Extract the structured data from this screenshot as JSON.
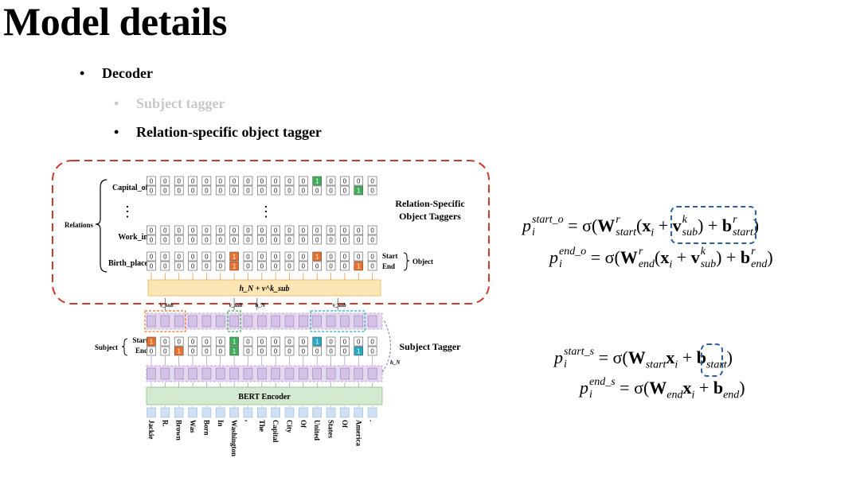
{
  "slide": {
    "title": "Model details",
    "bullets": {
      "decoder": "Decoder",
      "subject_tagger": "Subject tagger",
      "object_tagger": "Relation-specific object tagger"
    }
  },
  "diagram": {
    "relations_label": "Relations",
    "relation_rows": [
      "Capital_of",
      "Work_in",
      "Birth_place"
    ],
    "vdots": "⋮",
    "start_label": "Start",
    "end_label": "End",
    "object_label": "Object",
    "subject_label": "Subject",
    "rel_tagger_title_1": "Relation-Specific",
    "rel_tagger_title_2": "Object Taggers",
    "subject_tagger_title": "Subject Tagger",
    "hn_vsub_label": "h_N + v^k_sub",
    "v_sub_label": "v_sub",
    "h_n_label": "h_N",
    "bert_label": "BERT Encoder",
    "tokens": [
      "Jackie",
      "R.",
      "Brown",
      "Was",
      "Born",
      "In",
      "Washington",
      ",",
      "The",
      "Capital",
      "City",
      "Of",
      "United",
      "States",
      "Of",
      "America",
      "."
    ],
    "cell_value_zero": "0",
    "cell_value_one": "1",
    "colors": {
      "orange": "#e8702a",
      "green": "#3fae5a",
      "teal": "#25a9c4",
      "bert_fill": "#d4ead0",
      "purple_fill": "#e4d9ee",
      "yellow_fill": "#fde5b4",
      "token_fill": "#cfe0f4",
      "red_dash": "#cc3b2b",
      "blue_dash": "#2f5f9a"
    },
    "tags": {
      "capital_of": {
        "start": [
          12
        ],
        "end": [
          15
        ]
      },
      "work_in": {
        "start": [],
        "end": []
      },
      "birth_place": {
        "start": [
          6,
          12
        ],
        "end": [
          6,
          15
        ]
      },
      "subject": {
        "start": [
          0,
          6,
          12
        ],
        "end": [
          2,
          6,
          15
        ]
      }
    }
  },
  "equations": {
    "eq1": {
      "p": "p",
      "sub_i": "i",
      "sup": "start_o",
      "w_sup": "r",
      "w_sub": "start",
      "x": "x",
      "x_sub": "i",
      "v": "v",
      "v_sup": "k",
      "v_sub": "sub",
      "b_sup": "r",
      "b_sub": "start"
    },
    "eq2": {
      "p": "p",
      "sub_i": "i",
      "sup": "end_o",
      "w_sup": "r",
      "w_sub": "end",
      "x": "x",
      "x_sub": "i",
      "v": "v",
      "v_sup": "k",
      "v_sub": "sub",
      "b_sup": "r",
      "b_sub": "end"
    },
    "eq3": {
      "p": "p",
      "sub_i": "i",
      "sup": "start_s",
      "w_sub": "start",
      "x": "x",
      "x_sub": "i",
      "b_sub": "start"
    },
    "eq4": {
      "p": "p",
      "sub_i": "i",
      "sup": "end_s",
      "w_sub": "end",
      "x": "x",
      "x_sub": "i",
      "b_sub": "end"
    },
    "sigma": "σ",
    "equals": "=",
    "plus": "+"
  }
}
